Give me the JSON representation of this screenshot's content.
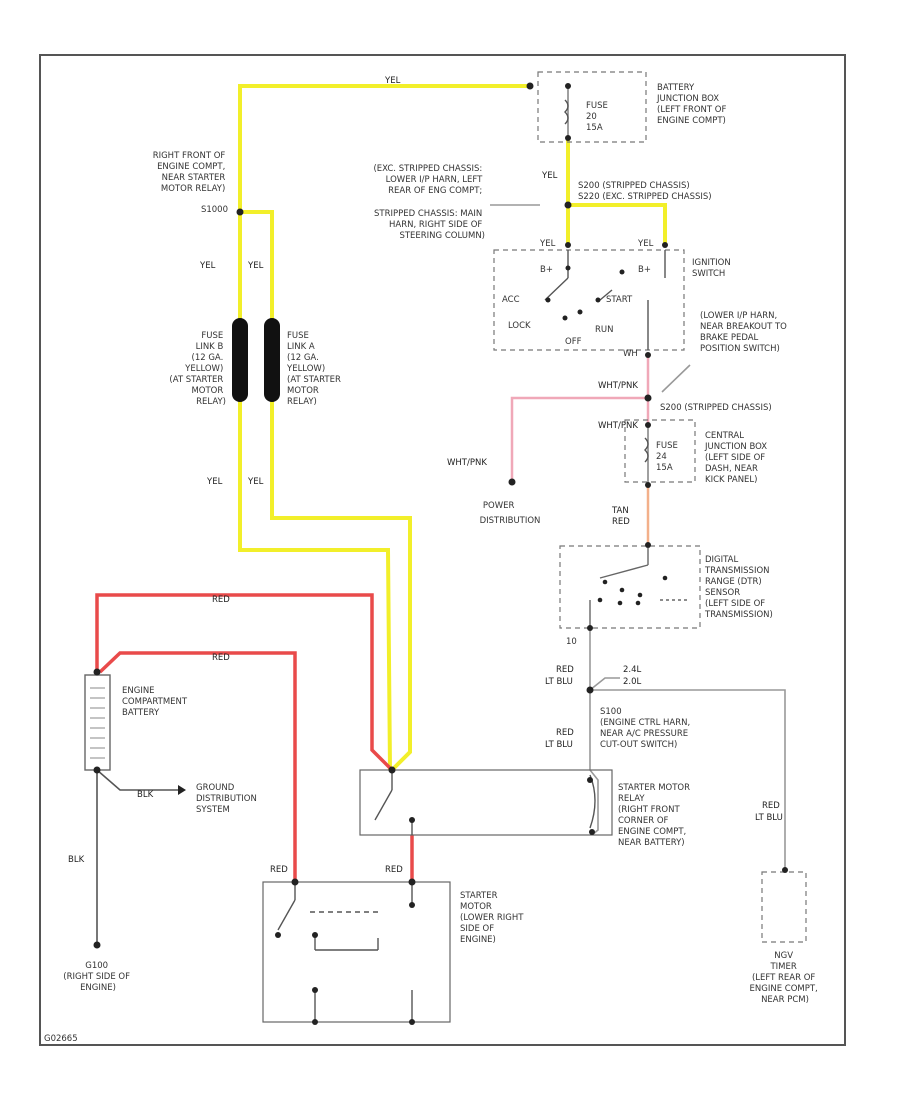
{
  "diagram": {
    "figure_id": "G02665",
    "wire_labels": {
      "yel_top": "YEL",
      "yel_sw": "YEL",
      "yel_left_a": "YEL",
      "yel_left_b": "YEL",
      "yel_low_a": "YEL",
      "yel_low_b": "YEL",
      "red_1": "RED",
      "red_2": "RED",
      "red_starter_a": "RED",
      "red_starter_b": "RED",
      "blk_gnd": "BLK",
      "blk_down": "BLK",
      "wht_pnk_1": "WHT/PNK",
      "wht_pnk_2": "WHT/PNK",
      "wht_pnk_3": "WHT/PNK",
      "tan_red_1": "TAN",
      "tan_red_2": "RED",
      "red_ltblu_1a": "RED",
      "red_ltblu_1b": "LT BLU",
      "red_ltblu_2a": "RED",
      "red_ltblu_2b": "LT BLU",
      "red_ltblu_3a": "RED",
      "red_ltblu_3b": "LT BLU",
      "wht_blu_a": "2.4L",
      "wht_blu_b": "2.0L"
    },
    "labels": {
      "battery_jb": [
        "BATTERY",
        "JUNCTION BOX",
        "(LEFT FRONT OF",
        "ENGINE COMPT)"
      ],
      "fuse_top": [
        "FUSE",
        "20",
        "15A"
      ],
      "splice_top": [
        "S200 (STRIPPED CHASSIS)",
        "S220 (EXC. STRIPPED CHASSIS)"
      ],
      "splice_note": [
        "(EXC. STRIPPED CHASSIS:",
        "LOWER I/P HARN, LEFT",
        "REAR OF ENG COMPT;",
        "STRIPPED CHASSIS: MAIN",
        "HARN, RIGHT SIDE OF",
        "STEERING COLUMN)"
      ],
      "ignition": [
        "IGNITION",
        "SWITCH"
      ],
      "ign_pos": [
        "ACC",
        "LOCK",
        "OFF",
        "RUN",
        "START",
        "B+",
        "B+"
      ],
      "ign_pins": [
        "YEL",
        "YEL",
        "WH"
      ],
      "right_front": [
        "RIGHT FRONT OF",
        "ENGINE COMPT,",
        "NEAR STARTER",
        "MOTOR RELAY)",
        "S1000"
      ],
      "fuse_link_b": [
        "FUSE",
        "LINK B",
        "(12 GA.",
        "YELLOW)",
        "(AT STARTER",
        "MOTOR",
        "RELAY)"
      ],
      "fuse_link_a": [
        "FUSE",
        "LINK A",
        "(12 GA.",
        "YELLOW)",
        "(AT STARTER",
        "MOTOR",
        "RELAY)"
      ],
      "lower_ip": [
        "(LOWER I/P HARN,",
        "NEAR BREAKOUT TO",
        "BRAKE PEDAL",
        "POSITION SWITCH)"
      ],
      "s200_strip": "S200 (STRIPPED CHASSIS)",
      "central_jb": [
        "CENTRAL",
        "JUNCTION BOX",
        "(LEFT SIDE OF",
        "DASH, NEAR",
        "KICK PANEL)"
      ],
      "fuse_mid": [
        "FUSE",
        "24",
        "15A"
      ],
      "power_dist": [
        "POWER",
        "DISTRIBUTION"
      ],
      "dtr": [
        "DIGITAL",
        "TRANSMISSION",
        "RANGE (DTR)",
        "SENSOR",
        "(LEFT SIDE OF",
        "TRANSMISSION)"
      ],
      "dtr_pin": "10",
      "s100": [
        "S100",
        "(ENGINE CTRL HARN,",
        "NEAR A/C PRESSURE",
        "CUT-OUT SWITCH)"
      ],
      "battery": [
        "ENGINE",
        "COMPARTMENT",
        "BATTERY"
      ],
      "ground": [
        "GROUND",
        "DISTRIBUTION",
        "SYSTEM"
      ],
      "starter_relay": [
        "STARTER MOTOR",
        "RELAY",
        "(RIGHT FRONT",
        "CORNER OF",
        "ENGINE COMPT,",
        "NEAR BATTERY)"
      ],
      "starter_motor": [
        "STARTER",
        "MOTOR",
        "(LOWER RIGHT",
        "SIDE OF",
        "ENGINE)"
      ],
      "g100": [
        "G100",
        "(RIGHT SIDE OF",
        "ENGINE)"
      ],
      "ngv": [
        "NGV",
        "TIMER",
        "(LEFT REAR OF",
        "ENGINE COMPT,",
        "NEAR PCM)"
      ]
    }
  }
}
